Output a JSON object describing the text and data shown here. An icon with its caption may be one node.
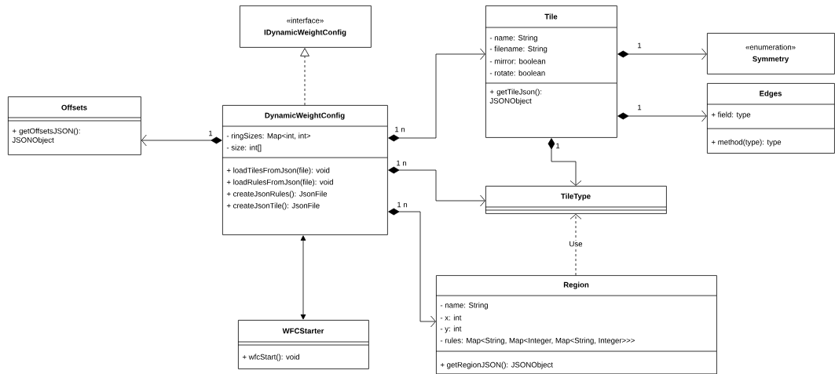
{
  "diagram": {
    "nodes": [
      {
        "text": [
          "«interface»",
          "IDynamicWeightConfig"
        ]
      },
      {
        "text": [
          "Offsets",
          "+ getOffsetsJSON(): JSONObject"
        ]
      },
      {
        "text": [
          "DynamicWeightConfig",
          "- ringSizes: Map<int, int>",
          "- size: int[]",
          "+ loadTilesFromJson(file): void",
          "+ loadRulesFromJson(file): void",
          "+ createJsonRules(): JsonFile",
          "+ createJsonTile(): JsonFile"
        ]
      },
      {
        "text": [
          "Tile",
          "- name: String",
          "- filename: String",
          "- mirror: boolean",
          "- rotate: boolean",
          "+ getTileJson(): JSONObject"
        ]
      },
      {
        "text": [
          "«enumeration»",
          "Symmetry"
        ]
      },
      {
        "text": [
          "Edges",
          "+ field: type",
          "+ method(type): type"
        ]
      },
      {
        "text": [
          "TileType"
        ]
      },
      {
        "text": [
          "Region",
          "- name: String",
          "- x: int",
          "- y: int",
          "- rules: Map<String, Map<Integer, Map<String, Integer>>>",
          "+ getRegionJSON(): JSONObject"
        ]
      },
      {
        "text": [
          "WFCStarter",
          "+ wfcStart(): void"
        ]
      }
    ],
    "edges": [
      {
        "from": 2,
        "to": 0,
        "arrow": "to",
        "style": "dashed"
      },
      {
        "from": 2,
        "to": 1,
        "arrow": "to",
        "label": "1"
      },
      {
        "from": 2,
        "to": 3,
        "arrow": "to",
        "label": "1 n"
      },
      {
        "from": 2,
        "to": 6,
        "arrow": "to",
        "label": "1 n"
      },
      {
        "from": 2,
        "to": 7,
        "arrow": "to",
        "label": "1 n"
      },
      {
        "from": 3,
        "to": 4,
        "arrow": "to",
        "label": "1"
      },
      {
        "from": 3,
        "to": 5,
        "arrow": "to",
        "label": "1"
      },
      {
        "from": 3,
        "to": 6,
        "arrow": "to",
        "label": "1"
      },
      {
        "from": 7,
        "to": 6,
        "arrow": "to",
        "style": "dashed",
        "label": "Use"
      },
      {
        "from": 2,
        "to": 8,
        "arrow": "both"
      }
    ]
  }
}
